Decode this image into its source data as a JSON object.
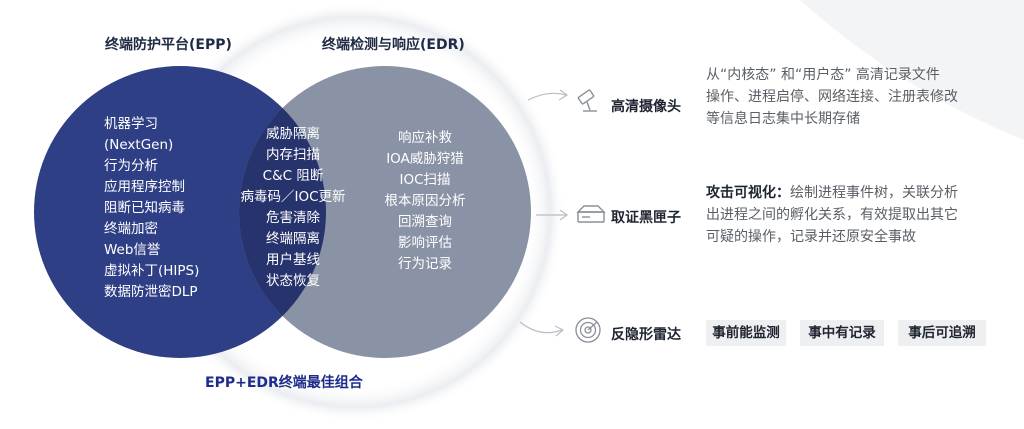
{
  "venn": {
    "left_title": "终端防护平台(EPP)",
    "right_title": "终端检测与响应(EDR)",
    "left_items": [
      "机器学习",
      "(NextGen)",
      "行为分析",
      "应用程序控制",
      "阻断已知病毒",
      "终端加密",
      "Web信誉",
      "虚拟补丁(HIPS)",
      "数据防泄密DLP"
    ],
    "overlap_items": [
      "威胁隔离",
      "内存扫描",
      "C&C 阻断",
      "病毒码／IOC更新",
      "危害清除",
      "终端隔离",
      "用户基线",
      "状态恢复"
    ],
    "right_items": [
      "响应补救",
      "IOA威胁狩猎",
      "IOC扫描",
      "根本原因分析",
      "回溯查询",
      "影响评估",
      "行为记录"
    ],
    "combo": "EPP+EDR终端最佳组合",
    "colors": {
      "left": "#2e3f86",
      "right": "#8a93a5",
      "overlap": "#27336c"
    }
  },
  "features": [
    {
      "icon": "camera-icon",
      "label": "高清摄像头",
      "desc_lines": [
        "从“内核态” 和“用户态” 高清记录文件",
        "操作、进程启停、网络连接、注册表修改",
        "等信息日志集中长期存储"
      ]
    },
    {
      "icon": "blackbox-icon",
      "label": "取证黑匣子",
      "desc_bold": "攻击可视化：",
      "desc_lines": [
        "绘制进程事件树，关联分析",
        "出进程之间的孵化关系，有效提取出其它",
        "可疑的操作，记录并还原安全事故"
      ]
    },
    {
      "icon": "radar-icon",
      "label": "反隐形雷达",
      "tags": [
        "事前能监测",
        "事中有记录",
        "事后可追溯"
      ]
    }
  ]
}
